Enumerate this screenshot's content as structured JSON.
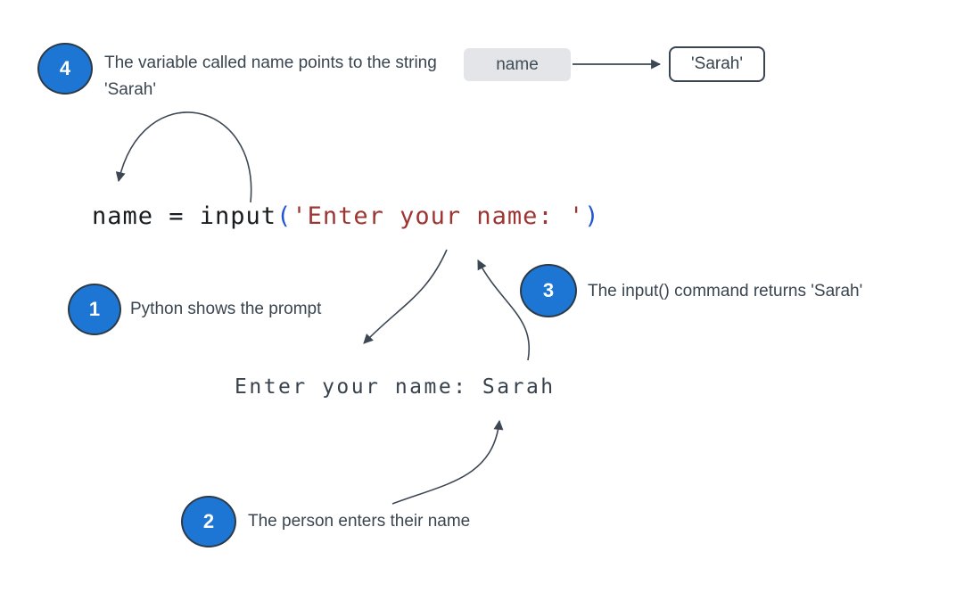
{
  "palette": {
    "background": "#ffffff",
    "badge_blue": "#1d76d3",
    "badge_border": "#2c3a47",
    "ink": "#3a4550",
    "arrow": "#3c4753",
    "code_default": "#191c1f",
    "code_paren": "#2155d4",
    "code_string": "#9d3632",
    "variable_box_bg": "#e3e5e8"
  },
  "steps": [
    {
      "number": "1",
      "label": "Python shows the prompt"
    },
    {
      "number": "2",
      "label": "The person enters their name"
    },
    {
      "number": "3",
      "label": "The input() command returns 'Sarah'"
    },
    {
      "number": "4",
      "label": "The variable called name points to the string 'Sarah'"
    }
  ],
  "variable_diagram": {
    "variable_name": "name",
    "value": "'Sarah'"
  },
  "code": {
    "tokens": [
      {
        "text": "name = input",
        "color": "#191c1f"
      },
      {
        "text": "(",
        "color": "#2155d4"
      },
      {
        "text": "'Enter your name: '",
        "color": "#9d3632"
      },
      {
        "text": ")",
        "color": "#2155d4"
      }
    ]
  },
  "terminal": {
    "output": "Enter your name: Sarah"
  }
}
